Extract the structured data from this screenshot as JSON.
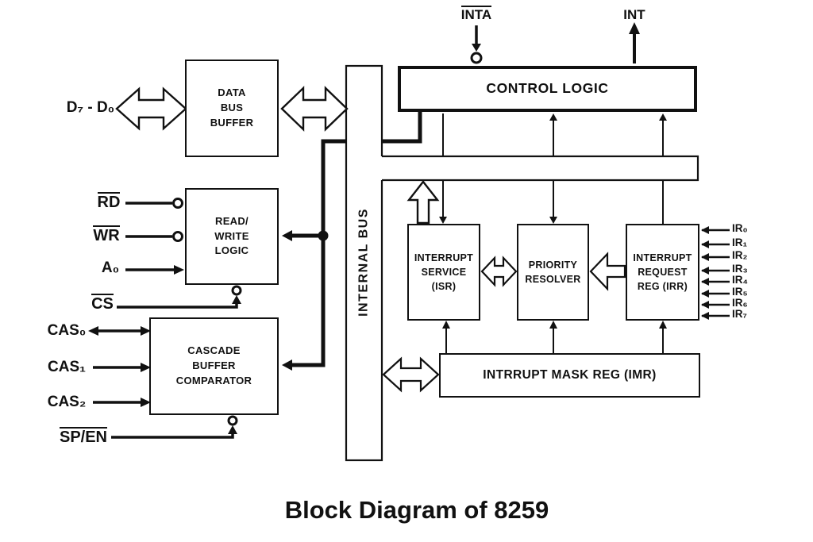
{
  "title": "Block Diagram of 8259",
  "colors": {
    "ink": "#111111",
    "background": "#ffffff"
  },
  "blocks": {
    "data_bus_buffer": "DATA\nBUS\nBUFFER",
    "read_write_logic": "READ/\nWRITE\nLOGIC",
    "cascade_buffer_comparator": "CASCADE\nBUFFER\nCOMPARATOR",
    "control_logic": "CONTROL LOGIC",
    "internal_bus": "INTERNAL BUS",
    "interrupt_service": "INTERRUPT\nSERVICE\n(ISR)",
    "priority_resolver": "PRIORITY\nRESOLVER",
    "interrupt_request": "INTERRUPT\nREQUEST\nREG (IRR)",
    "interrupt_mask": "INTRRUPT MASK REG (IMR)"
  },
  "pins": {
    "data_bus": "D₇ - D₀",
    "rd": "RD",
    "wr": "WR",
    "a0": "A₀",
    "cs": "CS",
    "cas": [
      "CAS₀",
      "CAS₁",
      "CAS₂"
    ],
    "sp_en": "SP/EN",
    "inta": "INTA",
    "int": "INT",
    "ir": [
      "IR₀",
      "IR₁",
      "IR₂",
      "IR₃",
      "IR₄",
      "IR₅",
      "IR₆",
      "IR₇"
    ]
  }
}
